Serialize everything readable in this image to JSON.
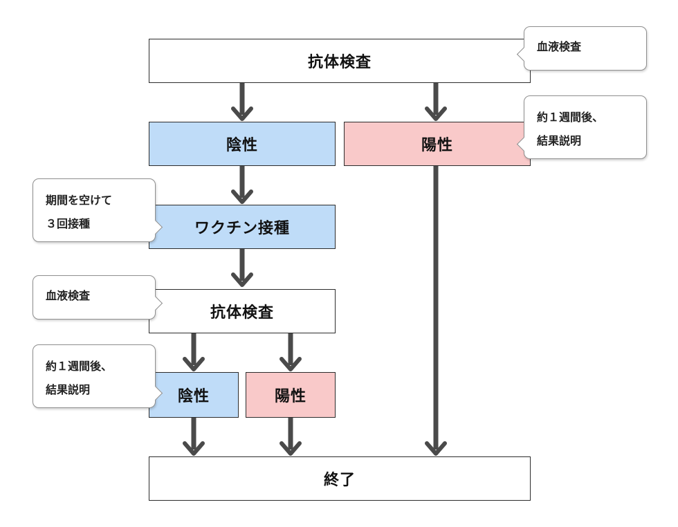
{
  "boxes": {
    "antibody_test_1": "抗体検査",
    "negative_1": "陰性",
    "positive_1": "陽性",
    "vaccination": "ワクチン接種",
    "antibody_test_2": "抗体検査",
    "negative_2": "陰性",
    "positive_2": "陽性",
    "end": "終了"
  },
  "notes": {
    "blood_test_1": "血液検査",
    "result_1_line1": "約１週間後、",
    "result_1_line2": "結果説明",
    "interval_line1": "期間を空けて",
    "interval_line2": "３回接種",
    "blood_test_2": "血液検査",
    "result_2_line1": "約１週間後、",
    "result_2_line2": "結果説明"
  },
  "colors": {
    "negative": "#bfdcf8",
    "positive": "#f9c9c9",
    "arrow": "#4a4a4a"
  }
}
